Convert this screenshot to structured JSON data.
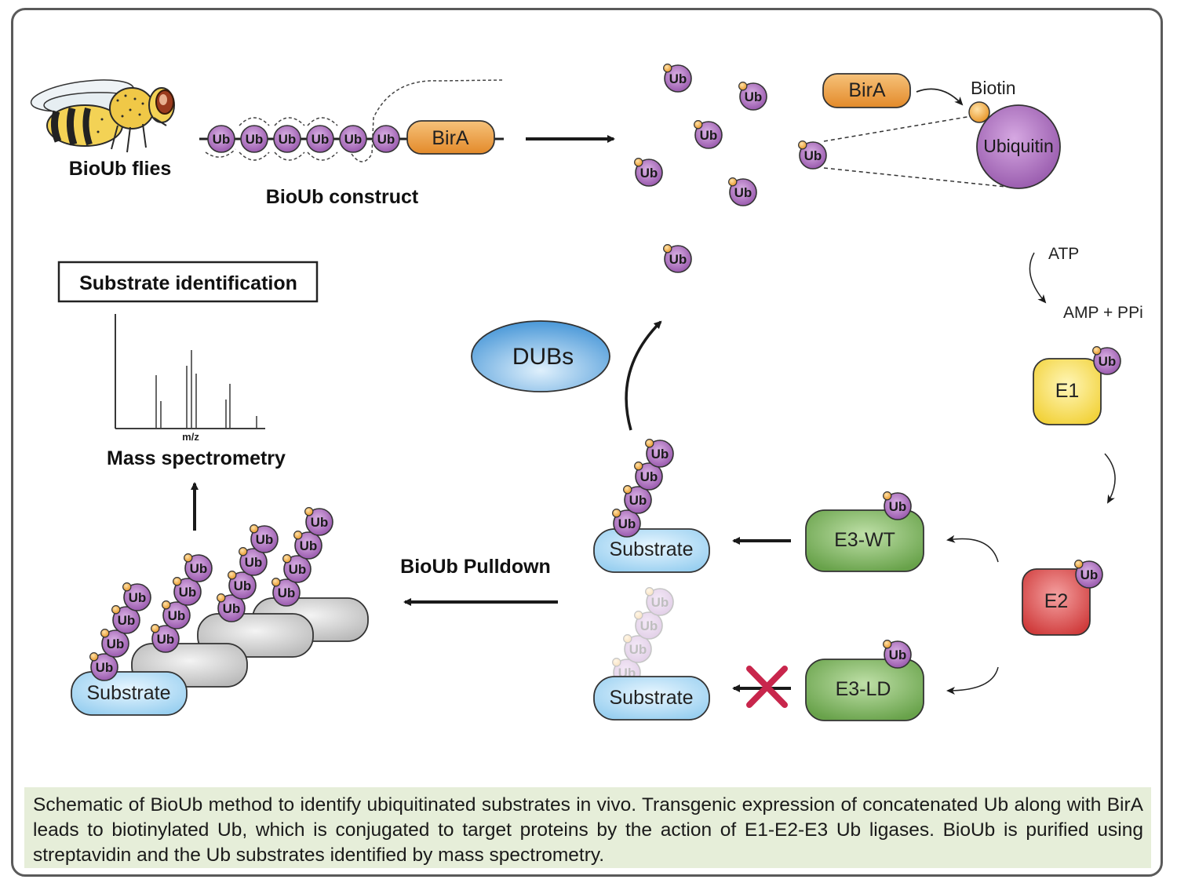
{
  "labels": {
    "flies": "BioUb flies",
    "construct": "BioUb construct",
    "birA_construct": "BirA",
    "birA_free": "BirA",
    "biotin": "Biotin",
    "ubiquitin": "Ubiquitin",
    "ub": "Ub",
    "atp": "ATP",
    "amp_ppi": "AMP + PPi",
    "e1": "E1",
    "e2": "E2",
    "e3_wt": "E3-WT",
    "e3_ld": "E3-LD",
    "substrate": "Substrate",
    "dubs": "DUBs",
    "pulldown": "BioUb Pulldown",
    "substrate_identification": "Substrate identification",
    "mz": "m/z",
    "mass_spec": "Mass spectrometry"
  },
  "colors": {
    "ub_purple": "#a868b8",
    "biotin_orange": "#f0a83c",
    "birA_orange": "#ee9a3a",
    "e1_yellow": "#f5dc4a",
    "e2_red": "#d84a4a",
    "e3_green": "#78b05a",
    "substrate_blue": "#a8d6f2",
    "dubs_blue": "#5aa6e0",
    "cross_red": "#c8264c",
    "caption_bg": "#e6eed9"
  },
  "caption": "Schematic of BioUb method to identify ubiquitinated substrates in vivo. Transgenic expression of concatenated Ub along with BirA leads to biotinylated Ub, which is conjugated to target proteins by the action of E1-E2-E3 Ub ligases. BioUb is purified using streptavidin and the Ub substrates identified by mass spectrometry."
}
